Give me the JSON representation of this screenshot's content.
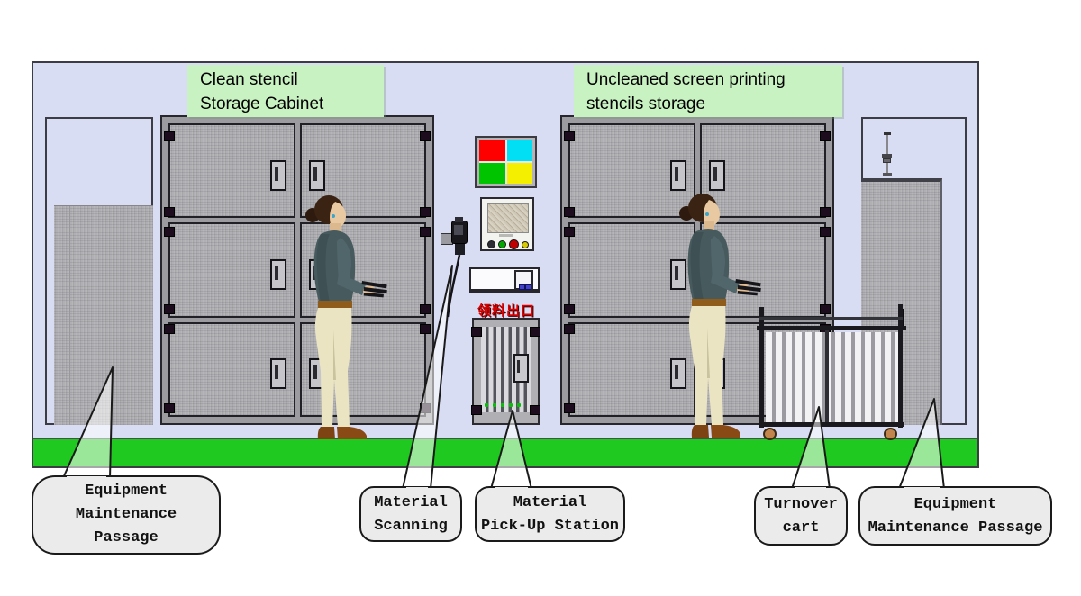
{
  "scene": {
    "area_labels": [
      {
        "id": "clean-stencil-storage",
        "lines": [
          "Clean stencil",
          "Storage Cabinet"
        ]
      },
      {
        "id": "uncleaned-stencil-storage",
        "lines": [
          "Uncleaned screen printing",
          "stencils storage"
        ]
      }
    ],
    "sign": {
      "text": "领料出口",
      "color": "#e00000"
    },
    "callouts": [
      {
        "id": "left-equipment-maintenance-passage",
        "lines": [
          "Equipment",
          "Maintenance",
          "Passage"
        ]
      },
      {
        "id": "material-scanning",
        "lines": [
          "Material",
          "Scanning"
        ]
      },
      {
        "id": "material-pickup-station",
        "lines": [
          "Material",
          "Pick-Up Station"
        ]
      },
      {
        "id": "turnover-cart",
        "lines": [
          "Turnover",
          "cart"
        ]
      },
      {
        "id": "right-equipment-maintenance-passage",
        "lines": [
          "Equipment",
          "Maintenance Passage"
        ]
      }
    ],
    "status_display": {
      "colors": [
        "#ff0000",
        "#00dff4",
        "#00c400",
        "#f4ee00"
      ]
    },
    "palette": {
      "wall": "#d9ddf4",
      "floor_green": "#1fc91f",
      "area_label_bg": "#c9f2c2",
      "callout_bg": "#ebebeb",
      "cabinet_gray": "#a7a7ab",
      "wheel_tan": "#c2854c"
    }
  }
}
